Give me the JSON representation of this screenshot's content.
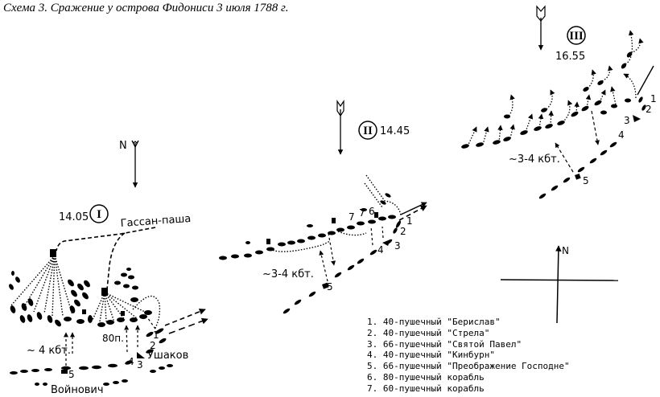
{
  "title": "Схема 3. Сражение у острова Фидониси 3 июля 1788 г.",
  "phases": [
    {
      "numeral": "I",
      "time": "14.05"
    },
    {
      "numeral": "II",
      "time": "14.45"
    },
    {
      "numeral": "III",
      "time": "16.55"
    }
  ],
  "compass": {
    "north_label": "N"
  },
  "labels": {
    "turkish_commander": "Гассан-паша",
    "ushakov": "Ушаков",
    "voinovich": "Войнович",
    "gun_80": "80п.",
    "distance_phase1": "~ 4 кбт.",
    "distance_phase2": "~3-4 кбт.",
    "distance_phase3": "~3-4 кбт."
  },
  "ship_numbers": [
    "1",
    "2",
    "3",
    "4",
    "5",
    "6",
    "7"
  ],
  "legend": [
    {
      "num": "1.",
      "text": "40-пушечный \"Берислав\""
    },
    {
      "num": "2.",
      "text": "40-пушечный \"Стрела\""
    },
    {
      "num": "3.",
      "text": "66-пушечный \"Святой Павел\""
    },
    {
      "num": "4.",
      "text": "40-пушечный \"Кинбурн\""
    },
    {
      "num": "5.",
      "text": "66-пушечный \"Преображение Господне\""
    },
    {
      "num": "6.",
      "text": "80-пушечный корабль"
    },
    {
      "num": "7.",
      "text": "60-пушечный корабль"
    }
  ]
}
